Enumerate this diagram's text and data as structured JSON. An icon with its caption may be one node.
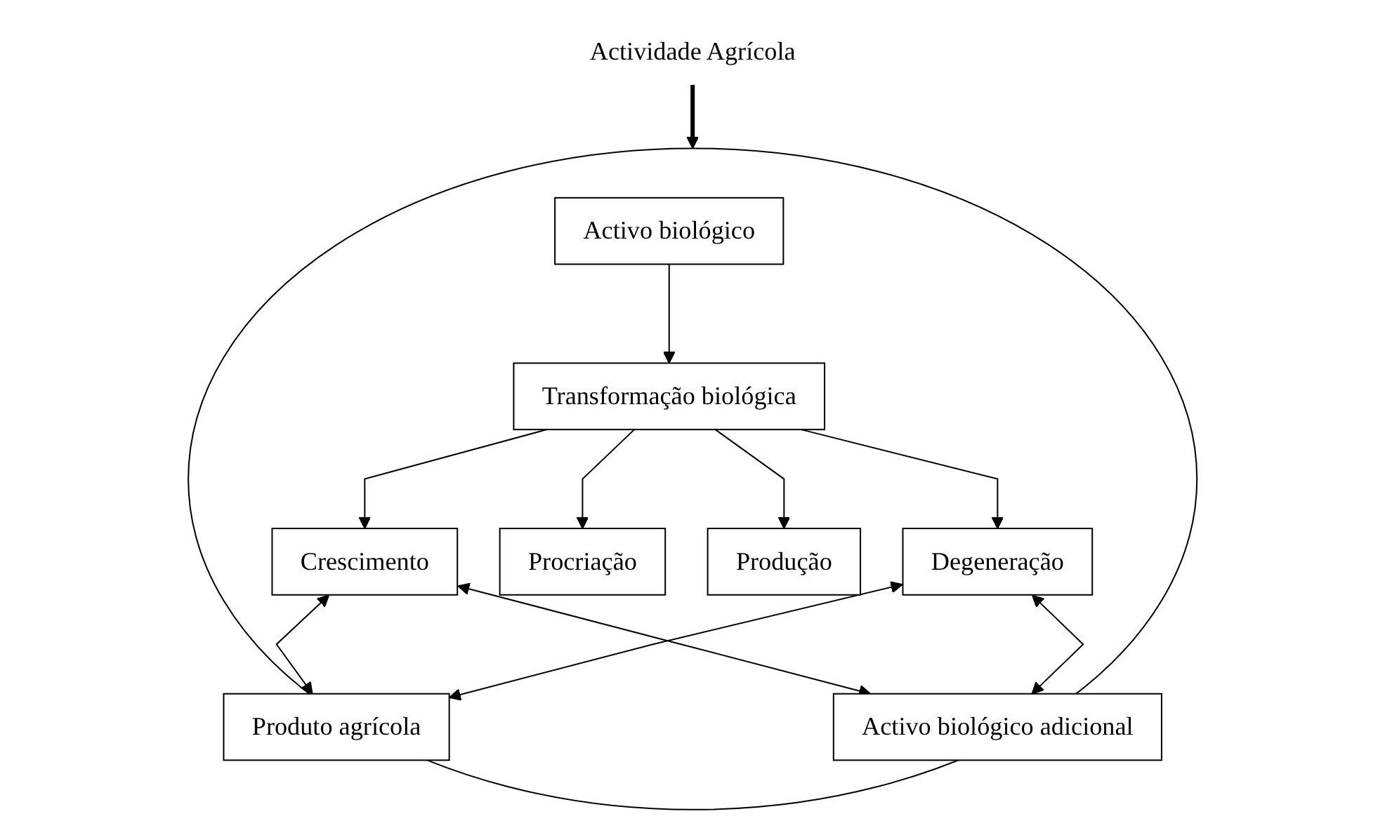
{
  "diagram": {
    "nodes": [
      {
        "text": [
          "Actividade Agrícola"
        ]
      },
      {
        "text": [],
        "shape": "ellipse"
      },
      {
        "text": [
          "Activo biológico"
        ],
        "in": 1
      },
      {
        "text": [
          "Transformação biológica"
        ],
        "in": 1
      },
      {
        "text": [
          "Crescimento"
        ],
        "in": 1
      },
      {
        "text": [
          "Procriação"
        ],
        "in": 1
      },
      {
        "text": [
          "Produção"
        ],
        "in": 1
      },
      {
        "text": [
          "Degeneração"
        ],
        "in": 1
      },
      {
        "text": [
          "Produto agrícola"
        ],
        "in": 1
      },
      {
        "text": [
          "Activo biológico adicional"
        ],
        "in": 1
      }
    ],
    "edges": [
      {
        "from": 0,
        "to": 1,
        "arrow": "to",
        "style": "thick"
      },
      {
        "from": 2,
        "to": 3,
        "arrow": "to"
      },
      {
        "from": 3,
        "to": 4,
        "arrow": "to"
      },
      {
        "from": 3,
        "to": 5,
        "arrow": "to"
      },
      {
        "from": 3,
        "to": 6,
        "arrow": "to"
      },
      {
        "from": 3,
        "to": 7,
        "arrow": "to"
      },
      {
        "from": 4,
        "to": 8,
        "arrow": "both"
      },
      {
        "from": 4,
        "to": 9,
        "arrow": "both"
      },
      {
        "from": 7,
        "to": 8,
        "arrow": "both"
      },
      {
        "from": 7,
        "to": 9,
        "arrow": "both"
      }
    ]
  }
}
